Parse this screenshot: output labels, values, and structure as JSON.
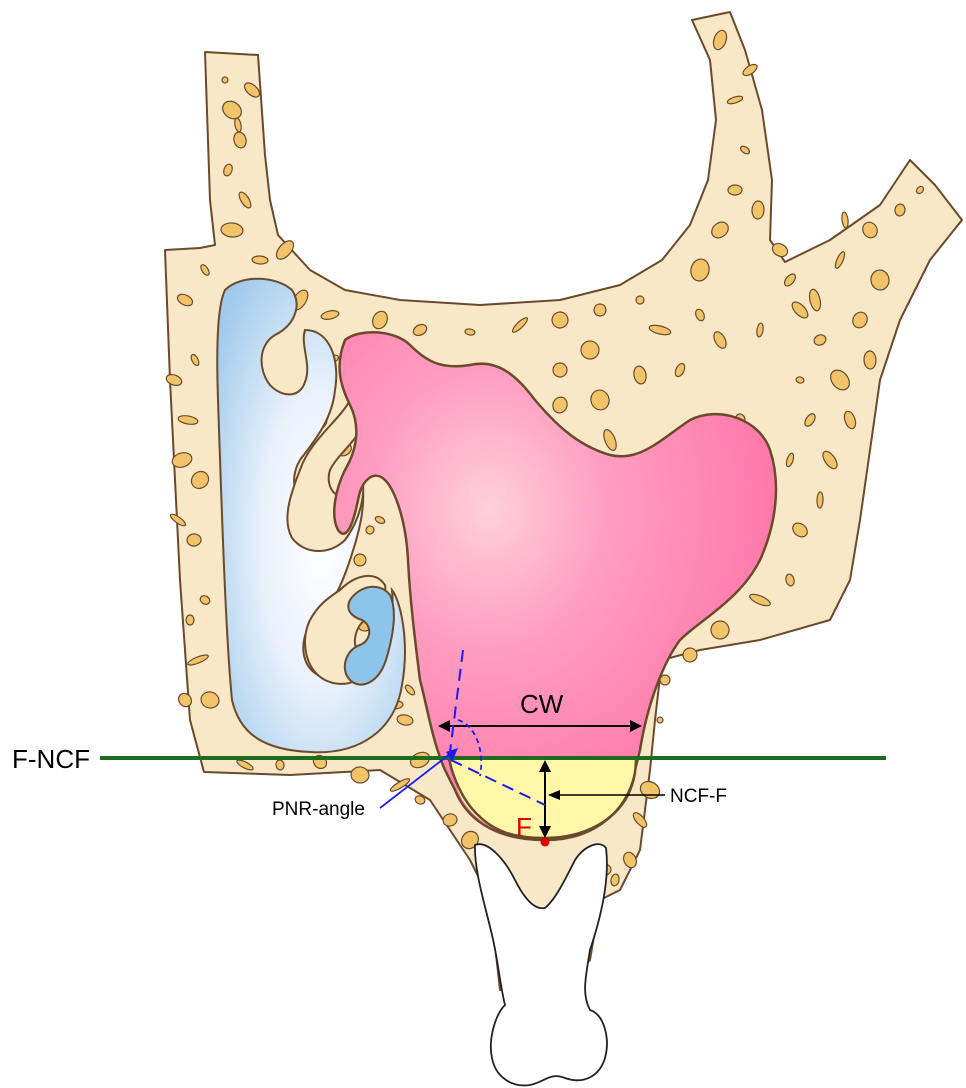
{
  "labels": {
    "f_ncf": "F-NCF",
    "cw": "CW",
    "ncf_f": "NCF-F",
    "pnr_angle": "PNR-angle",
    "f": "F"
  },
  "colors": {
    "bone": "#f8e8c8",
    "bone_outline": "#6b4a2b",
    "pores": "#f2c46a",
    "sinus_pink": "#ff6fa0",
    "sinus_pink_light": "#ffb0c8",
    "nasal_blue": "#a9d2ee",
    "nasal_white": "#ffffff",
    "recess_yellow": "#fff6a8",
    "reference_line": "#1f6b1f",
    "angle_lines": "#1a1aff",
    "point_f": "#e00000",
    "tooth": "#ffffff"
  }
}
